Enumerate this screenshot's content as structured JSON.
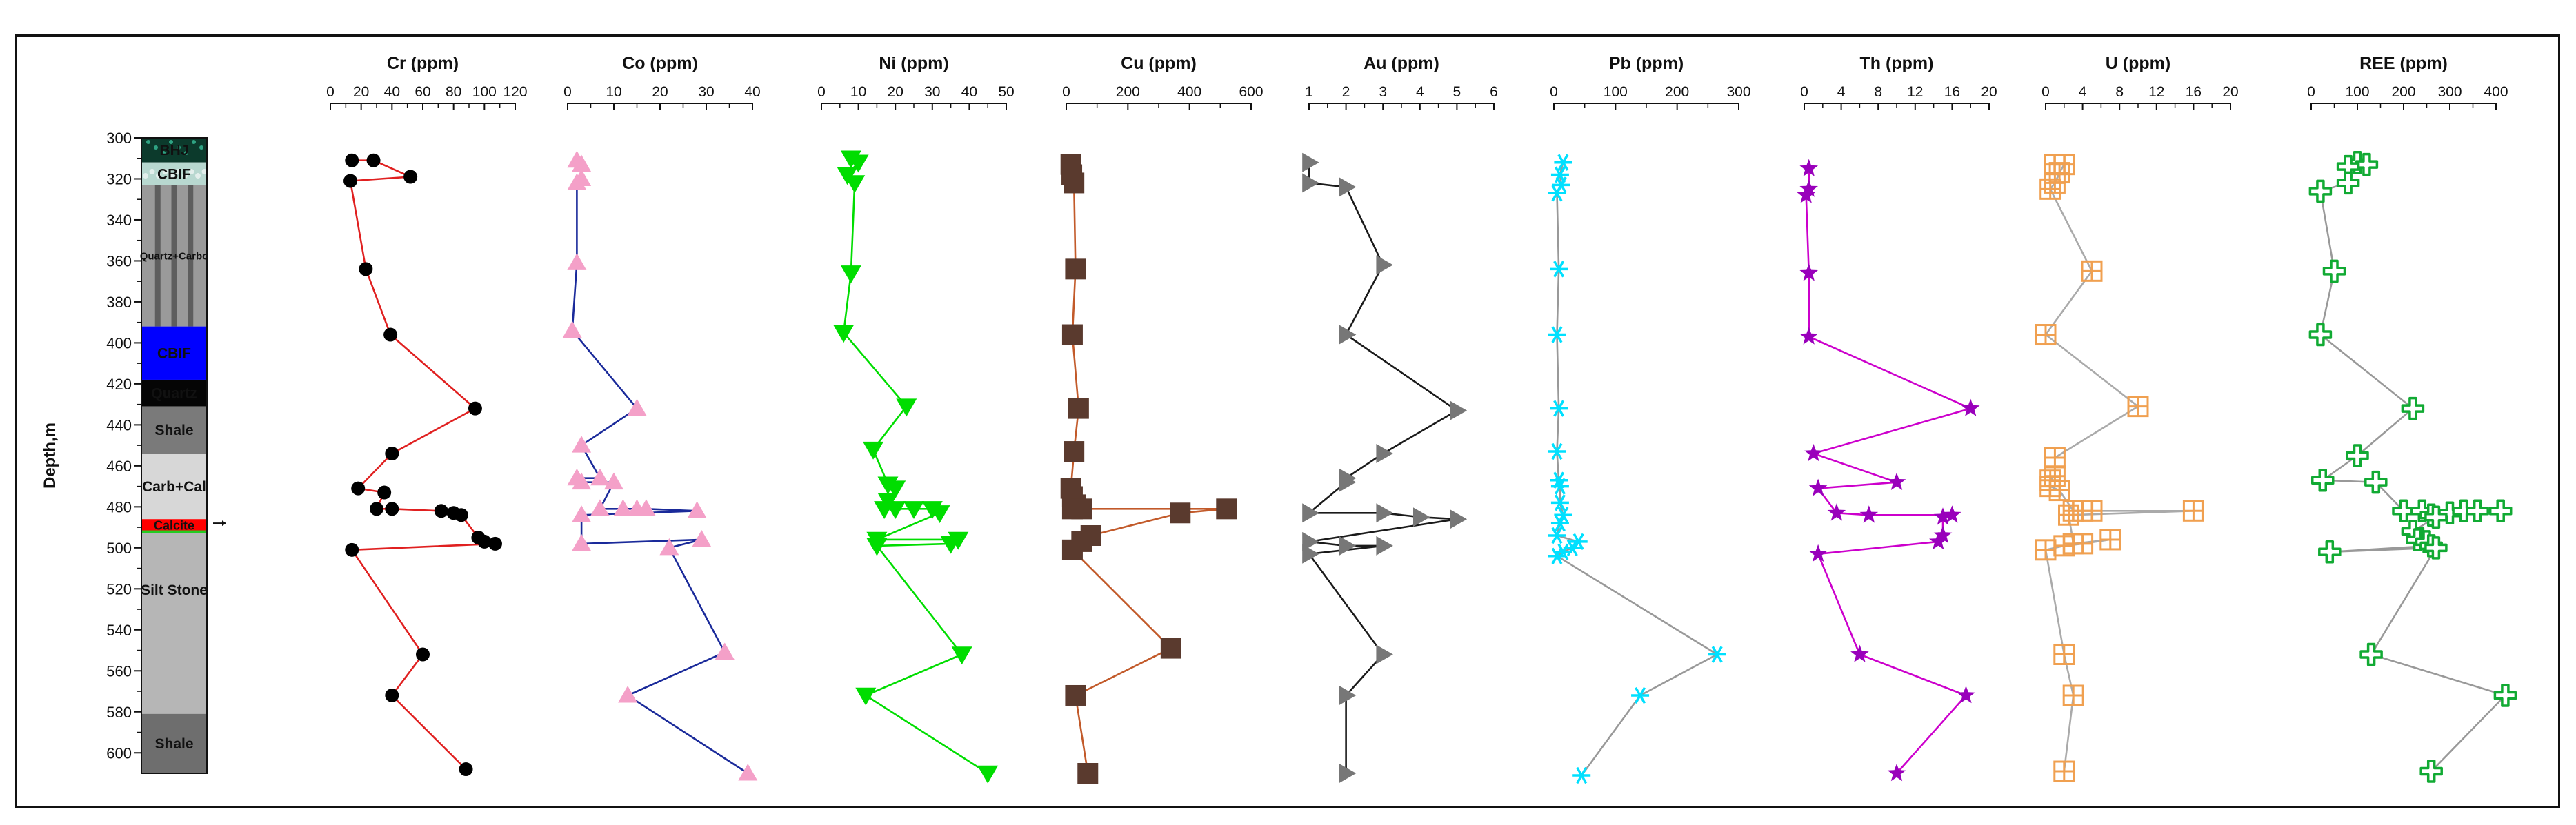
{
  "chart_data": {
    "type": "line",
    "ylabel": "Depth,m",
    "ylim": [
      300,
      610
    ],
    "yticks": [
      300,
      320,
      340,
      360,
      380,
      400,
      420,
      440,
      460,
      480,
      500,
      520,
      540,
      560,
      580,
      600
    ],
    "y_inverted": true,
    "lithology": [
      {
        "name": "BHJ",
        "label": "BHJ",
        "top": 300,
        "bottom": 312,
        "color": "#0c3a2c"
      },
      {
        "name": "CBIF-upper",
        "label": "CBIF",
        "top": 312,
        "bottom": 323,
        "color": "#b8d8d0"
      },
      {
        "name": "Quartz+Carbonate",
        "label": "Quartz+Carbo",
        "top": 323,
        "bottom": 392,
        "color": "#9a9a9a"
      },
      {
        "name": "CBIF",
        "label": "CBIF",
        "top": 392,
        "bottom": 418,
        "color": "#0000ff"
      },
      {
        "name": "Quartz",
        "label": "Quartz",
        "top": 418,
        "bottom": 431,
        "color": "#050505"
      },
      {
        "name": "Shale-upper",
        "label": "Shale",
        "top": 431,
        "bottom": 454,
        "color": "#7a7a7a"
      },
      {
        "name": "Carb+Cal",
        "label": "Carb+Cal",
        "top": 454,
        "bottom": 486,
        "color": "#d7d7d7"
      },
      {
        "name": "Calcite",
        "label": "Calcite",
        "top": 486,
        "bottom": 492,
        "color": "#ff0000"
      },
      {
        "name": "Silt Stone",
        "label": "Silt Stone",
        "top": 492,
        "bottom": 581,
        "color": "#b6b6b6"
      },
      {
        "name": "Shale-lower",
        "label": "Shale",
        "top": 581,
        "bottom": 610,
        "color": "#6e6e6e"
      }
    ],
    "panels": [
      {
        "name": "Cr",
        "title": "Cr (ppm)",
        "xlim": [
          0,
          120
        ],
        "xticks": [
          0,
          20,
          40,
          60,
          80,
          100,
          120
        ],
        "color": "#e02020",
        "marker": "circle",
        "marker_color": "#000000",
        "points": [
          [
            14,
            311
          ],
          [
            28,
            311
          ],
          [
            52,
            319
          ],
          [
            13,
            321
          ],
          [
            23,
            364
          ],
          [
            39,
            396
          ],
          [
            94,
            432
          ],
          [
            40,
            454
          ],
          [
            18,
            471
          ],
          [
            35,
            473
          ],
          [
            30,
            481
          ],
          [
            40,
            481
          ],
          [
            72,
            482
          ],
          [
            80,
            483
          ],
          [
            85,
            484
          ],
          [
            96,
            495
          ],
          [
            100,
            497
          ],
          [
            107,
            498
          ],
          [
            14,
            501
          ],
          [
            60,
            552
          ],
          [
            40,
            572
          ],
          [
            88,
            608
          ]
        ]
      },
      {
        "name": "Co",
        "title": "Co (ppm)",
        "xlim": [
          0,
          40
        ],
        "xticks": [
          0,
          10,
          20,
          30,
          40
        ],
        "color": "#1a2a9a",
        "marker": "triangle-up",
        "marker_color": "#f4a0c8",
        "points": [
          [
            2,
            311
          ],
          [
            3,
            313
          ],
          [
            3,
            320
          ],
          [
            2,
            322
          ],
          [
            2,
            361
          ],
          [
            1,
            394
          ],
          [
            15,
            432
          ],
          [
            3,
            450
          ],
          [
            7,
            466
          ],
          [
            2,
            466
          ],
          [
            3,
            468
          ],
          [
            10,
            468
          ],
          [
            7,
            481
          ],
          [
            12,
            481
          ],
          [
            15,
            481
          ],
          [
            17,
            481
          ],
          [
            28,
            482
          ],
          [
            3,
            484
          ],
          [
            3,
            498
          ],
          [
            29,
            496
          ],
          [
            22,
            500
          ],
          [
            34,
            551
          ],
          [
            13,
            572
          ],
          [
            39,
            610
          ]
        ]
      },
      {
        "name": "Ni",
        "title": "Ni (ppm)",
        "xlim": [
          0,
          50
        ],
        "xticks": [
          0,
          10,
          20,
          30,
          40,
          50
        ],
        "color": "#00dd00",
        "marker": "triangle-down",
        "marker_color": "#00dd00",
        "points": [
          [
            8,
            310
          ],
          [
            10,
            312
          ],
          [
            7,
            318
          ],
          [
            9,
            322
          ],
          [
            8,
            366
          ],
          [
            6,
            395
          ],
          [
            23,
            431
          ],
          [
            14,
            452
          ],
          [
            18,
            469
          ],
          [
            20,
            471
          ],
          [
            18,
            477
          ],
          [
            17,
            481
          ],
          [
            20,
            481
          ],
          [
            25,
            481
          ],
          [
            30,
            481
          ],
          [
            32,
            483
          ],
          [
            15,
            496
          ],
          [
            37,
            496
          ],
          [
            35,
            498
          ],
          [
            15,
            499
          ],
          [
            38,
            552
          ],
          [
            12,
            572
          ],
          [
            45,
            610
          ]
        ]
      },
      {
        "name": "Cu",
        "title": "Cu (ppm)",
        "xlim": [
          0,
          600
        ],
        "xticks": [
          0,
          200,
          400,
          600
        ],
        "color": "#c25a2a",
        "marker": "square",
        "marker_color": "#5a3a2e",
        "points": [
          [
            15,
            313
          ],
          [
            18,
            318
          ],
          [
            25,
            322
          ],
          [
            30,
            364
          ],
          [
            20,
            396
          ],
          [
            40,
            432
          ],
          [
            25,
            453
          ],
          [
            15,
            471
          ],
          [
            20,
            475
          ],
          [
            30,
            479
          ],
          [
            20,
            481
          ],
          [
            50,
            481
          ],
          [
            520,
            481
          ],
          [
            370,
            483
          ],
          [
            80,
            494
          ],
          [
            50,
            497
          ],
          [
            20,
            501
          ],
          [
            340,
            549
          ],
          [
            30,
            572
          ],
          [
            70,
            610
          ]
        ]
      },
      {
        "name": "Au",
        "title": "Au (ppm)",
        "xlim": [
          1,
          6
        ],
        "xticks": [
          1,
          2,
          3,
          4,
          5,
          6
        ],
        "color": "#1a1a1a",
        "marker": "triangle-right",
        "marker_color": "#777777",
        "points": [
          [
            1,
            312
          ],
          [
            1,
            322
          ],
          [
            2,
            324
          ],
          [
            3,
            362
          ],
          [
            2,
            396
          ],
          [
            5,
            433
          ],
          [
            3,
            454
          ],
          [
            2,
            466
          ],
          [
            2,
            468
          ],
          [
            1,
            483
          ],
          [
            3,
            483
          ],
          [
            4,
            485
          ],
          [
            5,
            486
          ],
          [
            1,
            497
          ],
          [
            2,
            499
          ],
          [
            3,
            499
          ],
          [
            1,
            503
          ],
          [
            3,
            552
          ],
          [
            2,
            572
          ],
          [
            2,
            610
          ]
        ]
      },
      {
        "name": "Pb",
        "title": "Pb (ppm)",
        "xlim": [
          0,
          300
        ],
        "xticks": [
          0,
          100,
          200,
          300
        ],
        "color": "#999999",
        "marker": "asterisk",
        "marker_color": "#00e0ff",
        "points": [
          [
            15,
            312
          ],
          [
            10,
            318
          ],
          [
            12,
            323
          ],
          [
            5,
            327
          ],
          [
            8,
            364
          ],
          [
            5,
            396
          ],
          [
            8,
            432
          ],
          [
            5,
            453
          ],
          [
            8,
            467
          ],
          [
            10,
            470
          ],
          [
            10,
            478
          ],
          [
            15,
            484
          ],
          [
            10,
            488
          ],
          [
            5,
            494
          ],
          [
            40,
            497
          ],
          [
            30,
            500
          ],
          [
            15,
            502
          ],
          [
            5,
            504
          ],
          [
            265,
            552
          ],
          [
            140,
            572
          ],
          [
            45,
            611
          ]
        ]
      },
      {
        "name": "Th",
        "title": "Th (ppm)",
        "xlim": [
          0,
          20
        ],
        "xticks": [
          0,
          4,
          8,
          12,
          16,
          20
        ],
        "color": "#cc00cc",
        "marker": "star",
        "marker_color": "#9900bb",
        "points": [
          [
            0.5,
            315
          ],
          [
            0.5,
            325
          ],
          [
            0.2,
            328
          ],
          [
            0.5,
            366
          ],
          [
            0.5,
            397
          ],
          [
            18,
            432
          ],
          [
            1,
            454
          ],
          [
            10,
            468
          ],
          [
            1.5,
            471
          ],
          [
            3.5,
            483
          ],
          [
            7,
            484
          ],
          [
            16,
            484
          ],
          [
            15,
            485
          ],
          [
            15,
            494
          ],
          [
            14.5,
            497
          ],
          [
            1.5,
            503
          ],
          [
            6,
            552
          ],
          [
            17.5,
            572
          ],
          [
            10,
            610
          ]
        ]
      },
      {
        "name": "U",
        "title": "U (ppm)",
        "xlim": [
          0,
          20
        ],
        "xticks": [
          0,
          4,
          8,
          12,
          16,
          20
        ],
        "color": "#aaaaaa",
        "marker": "boxed-plus",
        "marker_color": "#f0a050",
        "points": [
          [
            1,
            313
          ],
          [
            2,
            313
          ],
          [
            1.5,
            317
          ],
          [
            1,
            322
          ],
          [
            0.5,
            325
          ],
          [
            5,
            365
          ],
          [
            0,
            396
          ],
          [
            10,
            431
          ],
          [
            1,
            456
          ],
          [
            1,
            465
          ],
          [
            0.5,
            467
          ],
          [
            0.5,
            470
          ],
          [
            1.5,
            472
          ],
          [
            3,
            482
          ],
          [
            4,
            482
          ],
          [
            5,
            482
          ],
          [
            16,
            482
          ],
          [
            2.5,
            484
          ],
          [
            3,
            498
          ],
          [
            7,
            496
          ],
          [
            4,
            498
          ],
          [
            2,
            499
          ],
          [
            0,
            501
          ],
          [
            2,
            552
          ],
          [
            3,
            572
          ],
          [
            2,
            609
          ]
        ]
      },
      {
        "name": "REE",
        "title": "REE (ppm)",
        "xlim": [
          0,
          400
        ],
        "xticks": [
          0,
          100,
          200,
          300,
          400
        ],
        "color": "#999999",
        "marker": "plus",
        "marker_color": "#11aa33",
        "points": [
          [
            100,
            312
          ],
          [
            120,
            313
          ],
          [
            80,
            314
          ],
          [
            80,
            322
          ],
          [
            20,
            326
          ],
          [
            50,
            365
          ],
          [
            20,
            396
          ],
          [
            220,
            432
          ],
          [
            100,
            455
          ],
          [
            25,
            467
          ],
          [
            140,
            468
          ],
          [
            200,
            482
          ],
          [
            240,
            482
          ],
          [
            260,
            484
          ],
          [
            300,
            483
          ],
          [
            330,
            482
          ],
          [
            360,
            482
          ],
          [
            410,
            482
          ],
          [
            270,
            485
          ],
          [
            220,
            492
          ],
          [
            230,
            496
          ],
          [
            250,
            497
          ],
          [
            260,
            499
          ],
          [
            40,
            502
          ],
          [
            270,
            500
          ],
          [
            130,
            552
          ],
          [
            420,
            572
          ],
          [
            260,
            609
          ]
        ]
      }
    ]
  }
}
